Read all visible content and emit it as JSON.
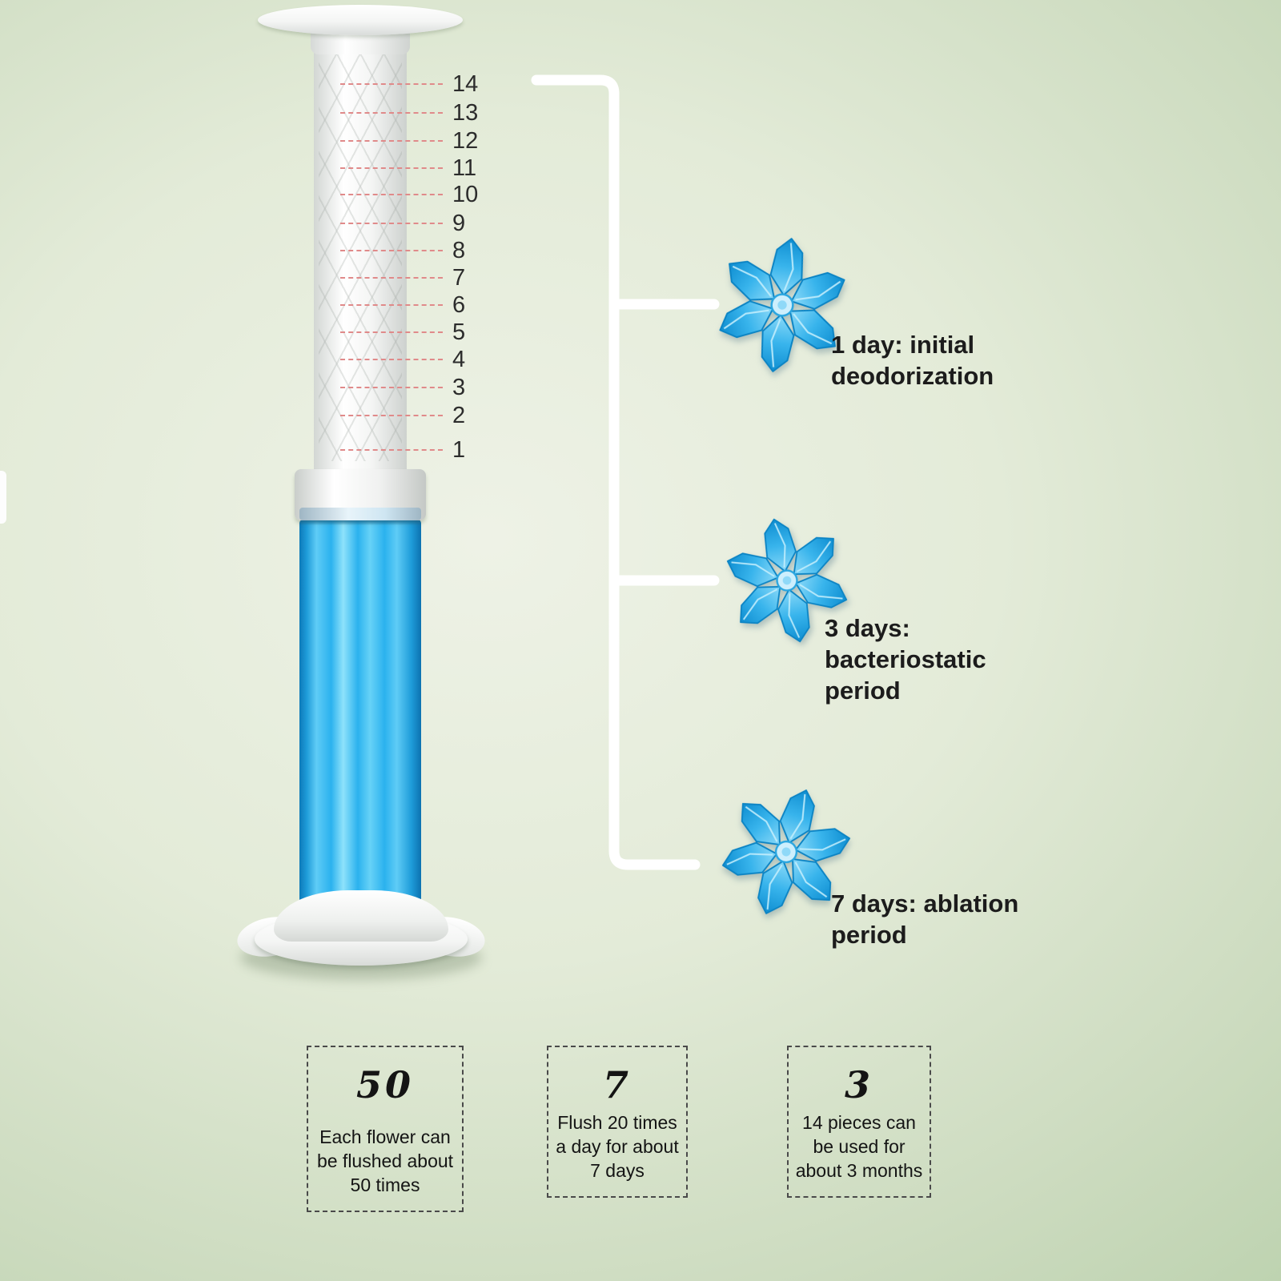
{
  "product": {
    "type": "toilet gel syringe infographic"
  },
  "scale": {
    "numbers": [
      "14",
      "13",
      "12",
      "11",
      "10",
      "9",
      "8",
      "7",
      "6",
      "5",
      "4",
      "3",
      "2",
      "1"
    ]
  },
  "timeline": {
    "items": [
      {
        "label": "1 day: initial deodorization"
      },
      {
        "label": "3 days: bacteriostatic period"
      },
      {
        "label": "7 days: ablation period"
      }
    ]
  },
  "stats": {
    "boxes": [
      {
        "number": "50",
        "text": "Each flower can be flushed about 50 times"
      },
      {
        "number": "7",
        "text": "Flush 20 times a day for about 7 days"
      },
      {
        "number": "3",
        "text": "14 pieces can be used for about 3 months"
      }
    ]
  },
  "colors": {
    "gel_blue": "#2bb2ee",
    "flower_blue": "#38b4ec",
    "scale_line_red": "#e08a8a",
    "background_green": "#c7d8ba",
    "bracket_white": "#ffffff"
  }
}
